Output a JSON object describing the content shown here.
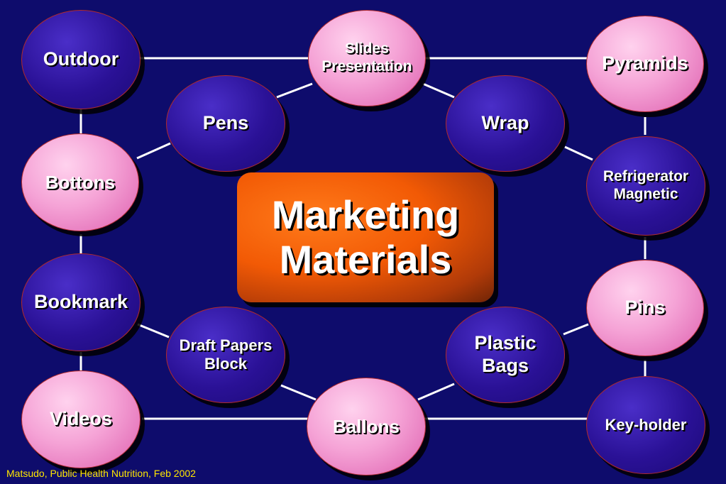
{
  "center": {
    "title": "Marketing\nMaterials"
  },
  "nodes": {
    "outdoor": "Outdoor",
    "slides": "Slides\nPresentation",
    "pyramids": "Pyramids",
    "pens": "Pens",
    "wrap": "Wrap",
    "bottons": "Bottons",
    "refrigerator": "Refrigerator\nMagnetic",
    "bookmark": "Bookmark",
    "pins": "Pins",
    "draft": "Draft Papers\nBlock",
    "plastic": "Plastic\nBags",
    "videos": "Videos",
    "ballons": "Ballons",
    "keyholder": "Key-holder"
  },
  "footer": "Matsudo, Public Health Nutrition, Feb 2002",
  "colors": {
    "background": "#0e0c6c",
    "blue_node": "#2a1196",
    "pink_node": "#f5a3d6",
    "center_box": "#f25a05",
    "footer_text": "#ffe600"
  }
}
